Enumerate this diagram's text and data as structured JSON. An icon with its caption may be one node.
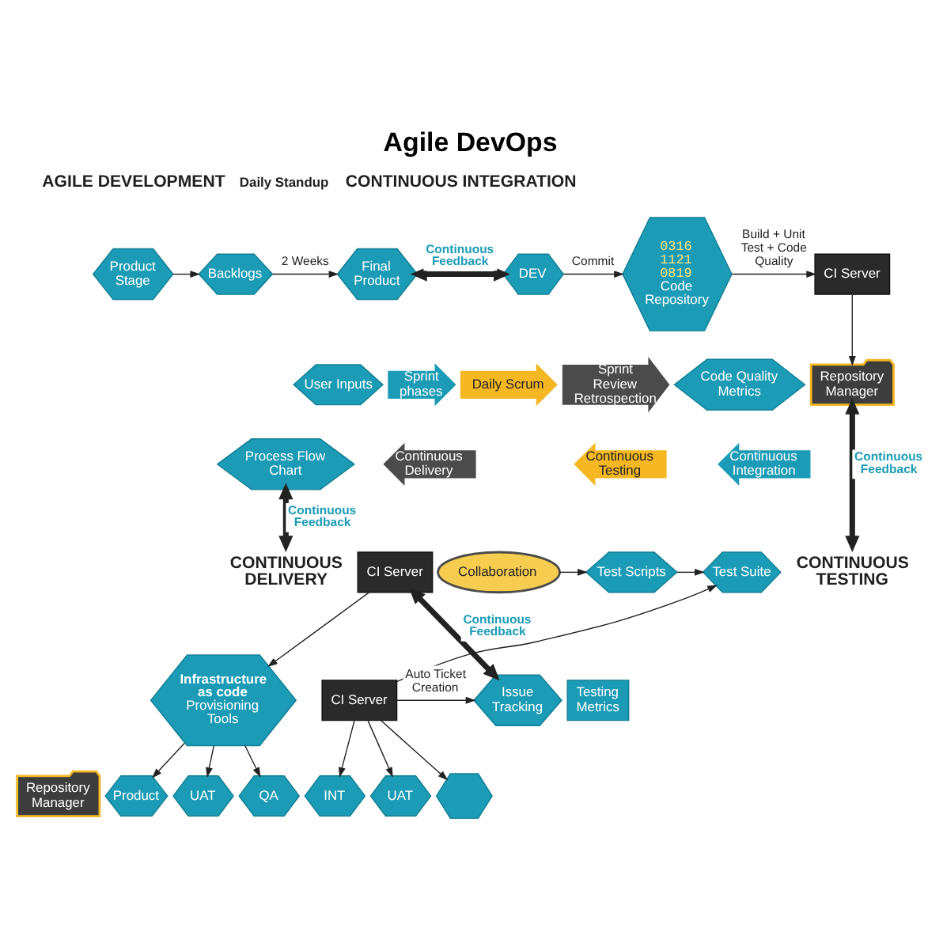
{
  "diagram": {
    "title": "Agile DevOps",
    "nodes": [
      {
        "text": [
          "Product Stage"
        ]
      },
      {
        "text": [
          "Backlogs"
        ]
      },
      {
        "text": [
          "Final Product"
        ]
      },
      {
        "text": [
          "Process Flow Chart"
        ]
      },
      {
        "text": [
          "User Inputs"
        ]
      },
      {
        "text": [
          "DEV"
        ]
      },
      {
        "text": [
          "0316 1121 0819",
          "Code Repository"
        ]
      },
      {
        "text": [
          "CI Server"
        ]
      },
      {
        "text": [
          "Code Quality Metrics"
        ]
      },
      {
        "text": [
          "Repository Manager"
        ]
      },
      {
        "text": [
          "Daily Scrum"
        ]
      },
      {
        "text": [
          "Sprint Review Retrospection"
        ]
      },
      {
        "text": [
          "Continuous Integration"
        ]
      },
      {
        "text": [
          "Continuous Testing"
        ]
      },
      {
        "text": [
          "Continuous Delivery"
        ]
      },
      {
        "text": [
          "Sprint phases"
        ]
      },
      {
        "text": [
          "CONTINUOUS DELIVERY"
        ]
      },
      {
        "text": [
          "Product"
        ]
      },
      {
        "text": [
          "UAT"
        ]
      },
      {
        "text": [
          "QA"
        ]
      },
      {
        "text": [
          "Infrastructure as code",
          "Provisioning Tools"
        ]
      },
      {
        "text": [
          "CI Server"
        ]
      },
      {
        "text": [
          "Repository Manager"
        ]
      },
      {
        "text": [
          "CONTINUOUS TESTING"
        ]
      },
      {
        "text": [
          "Collaboration"
        ]
      },
      {
        "text": [
          "Test Scripts"
        ]
      },
      {
        "text": [
          "Test Suite"
        ]
      },
      {
        "text": [
          "Issue Tracking"
        ]
      },
      {
        "text": [
          "CI Server"
        ]
      },
      {
        "text": [
          "Testing Metrics"
        ]
      },
      {
        "text": [
          "INT"
        ]
      },
      {
        "text": [
          "UAT"
        ]
      },
      {
        "text": [],
        "shape": "hexagon"
      }
    ],
    "edges": [
      {
        "from": 0,
        "to": 1,
        "arrow": "to"
      },
      {
        "from": 1,
        "to": 2,
        "arrow": "to",
        "label": "2 Weeks"
      },
      {
        "from": 2,
        "to": 5,
        "arrow": "both",
        "label": "Continuous Feedback",
        "style": "thick"
      },
      {
        "from": 5,
        "to": 6,
        "arrow": "to",
        "label": "Commit"
      },
      {
        "from": 6,
        "to": 7,
        "arrow": "to",
        "label": "Build + Unit Test + Code Quality"
      },
      {
        "from": 7,
        "to": 9,
        "arrow": "to"
      },
      {
        "from": 3,
        "to": 16,
        "arrow": "both",
        "label": "Continuous Feedback",
        "style": "thick"
      },
      {
        "from": 9,
        "to": 23,
        "arrow": "both",
        "label": "Continuous Feedback",
        "style": "thick"
      },
      {
        "from": 21,
        "to": 20,
        "arrow": "to"
      },
      {
        "from": 20,
        "to": 17,
        "arrow": "to"
      },
      {
        "from": 20,
        "to": 18,
        "arrow": "to"
      },
      {
        "from": 20,
        "to": 19,
        "arrow": "to"
      },
      {
        "from": 21,
        "to": 27,
        "arrow": "both",
        "label": "Continuous Feedback",
        "style": "thick"
      },
      {
        "from": 24,
        "to": 25,
        "arrow": "to"
      },
      {
        "from": 25,
        "to": 26,
        "arrow": "to"
      },
      {
        "from": 28,
        "to": 26,
        "arrow": "to"
      },
      {
        "from": 28,
        "to": 27,
        "arrow": "to",
        "label": "Auto Ticket Creation"
      },
      {
        "from": 28,
        "to": 30,
        "arrow": "to"
      },
      {
        "from": 28,
        "to": 31,
        "arrow": "to"
      },
      {
        "from": 28,
        "to": 32,
        "arrow": "to"
      }
    ],
    "labels": [
      "AGILE DEVELOPMENT",
      "Daily Standup",
      "CONTINUOUS INTEGRATION"
    ]
  }
}
